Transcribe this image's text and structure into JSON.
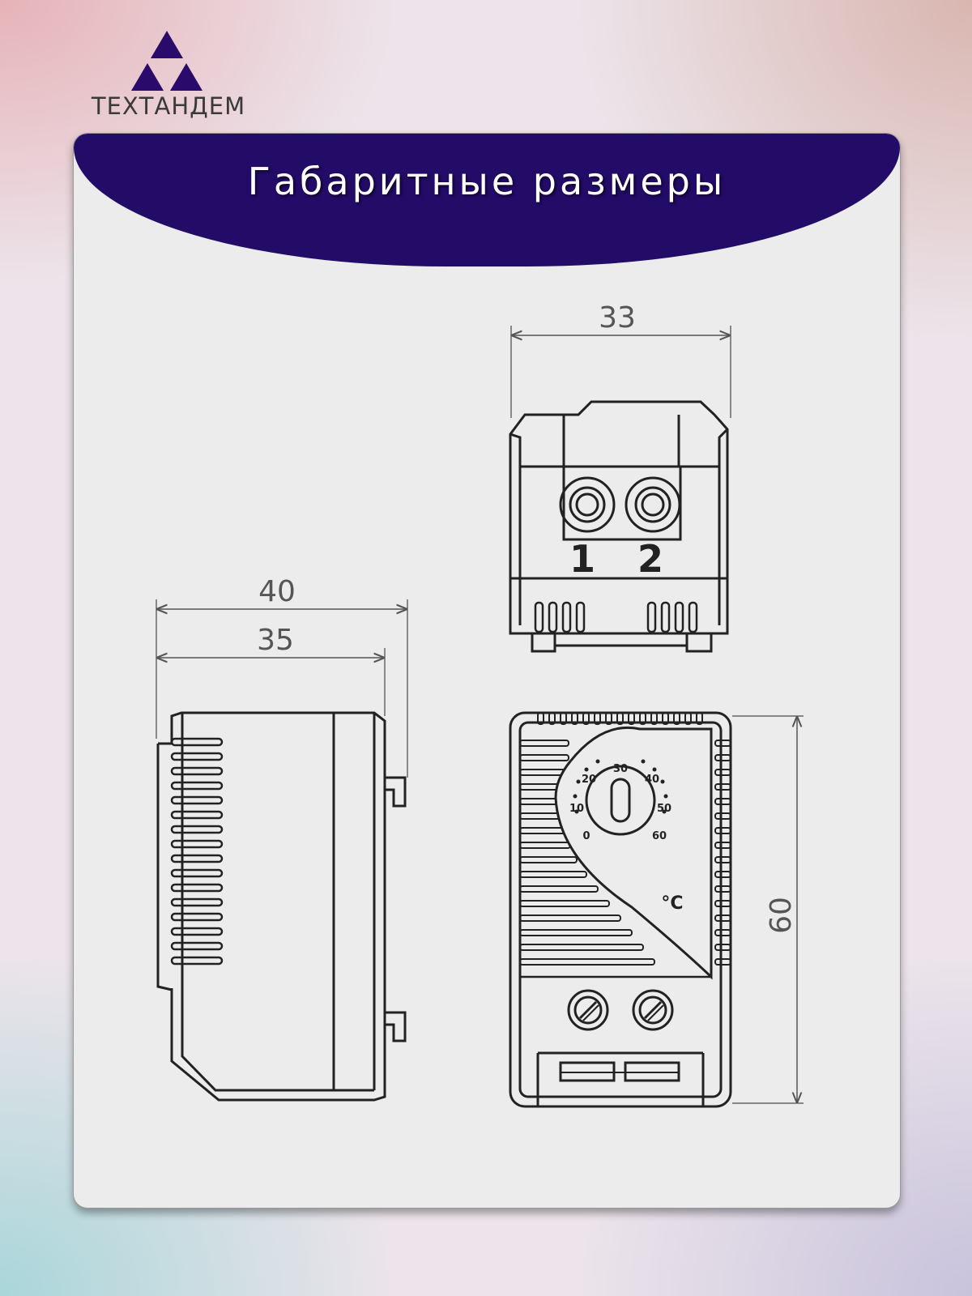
{
  "brand": {
    "name": "ТЕХТАНДЕМ",
    "color": "#2a0a6b"
  },
  "header": {
    "title": "Габаритные размеры"
  },
  "dimensions": {
    "side_overall": "40",
    "side_body": "35",
    "top_width": "33",
    "front_height": "60"
  },
  "terminals": {
    "first": "1",
    "second": "2"
  },
  "dial": {
    "labels": [
      "0",
      "10",
      "20",
      "30",
      "40",
      "50",
      "60"
    ],
    "unit": "°C"
  }
}
